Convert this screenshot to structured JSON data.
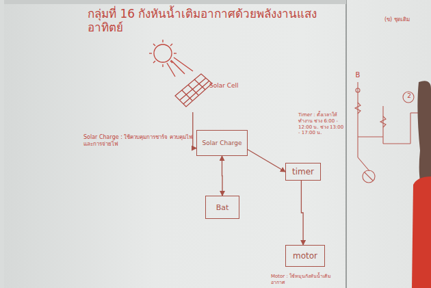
{
  "diagram": {
    "title": "กลุ่มที่ 16 กังหันน้ำเติมอากาศด้วยพลังงานแสงอาทิตย์",
    "nodes": [
      {
        "text": [
          "Solar Cell"
        ]
      },
      {
        "text": [
          "Solar Charge"
        ]
      },
      {
        "text": [
          "Bat"
        ]
      },
      {
        "text": [
          "timer"
        ]
      },
      {
        "text": [
          "motor"
        ]
      }
    ],
    "edges": [
      {
        "from": 0,
        "to": 1,
        "arrow": "to"
      },
      {
        "from": 1,
        "to": 2,
        "arrow": "both"
      },
      {
        "from": 1,
        "to": 3,
        "arrow": "to"
      },
      {
        "from": 3,
        "to": 4,
        "arrow": "to"
      }
    ],
    "labels": [
      "Solar Charge : ใช้ควบคุมการชาร์จ ควบคุมไฟและการจ่ายไฟ",
      "Timer : ตั้งเวลาให้ทำงาน ช่วง 6:00 - 12:00 น. ช่วง 13:00 - 17:00 น.",
      "Motor : ใช้หมุนกังหันน้ำเติมอากาศ",
      "(ข) ชุดเติม",
      "B",
      "2"
    ]
  }
}
